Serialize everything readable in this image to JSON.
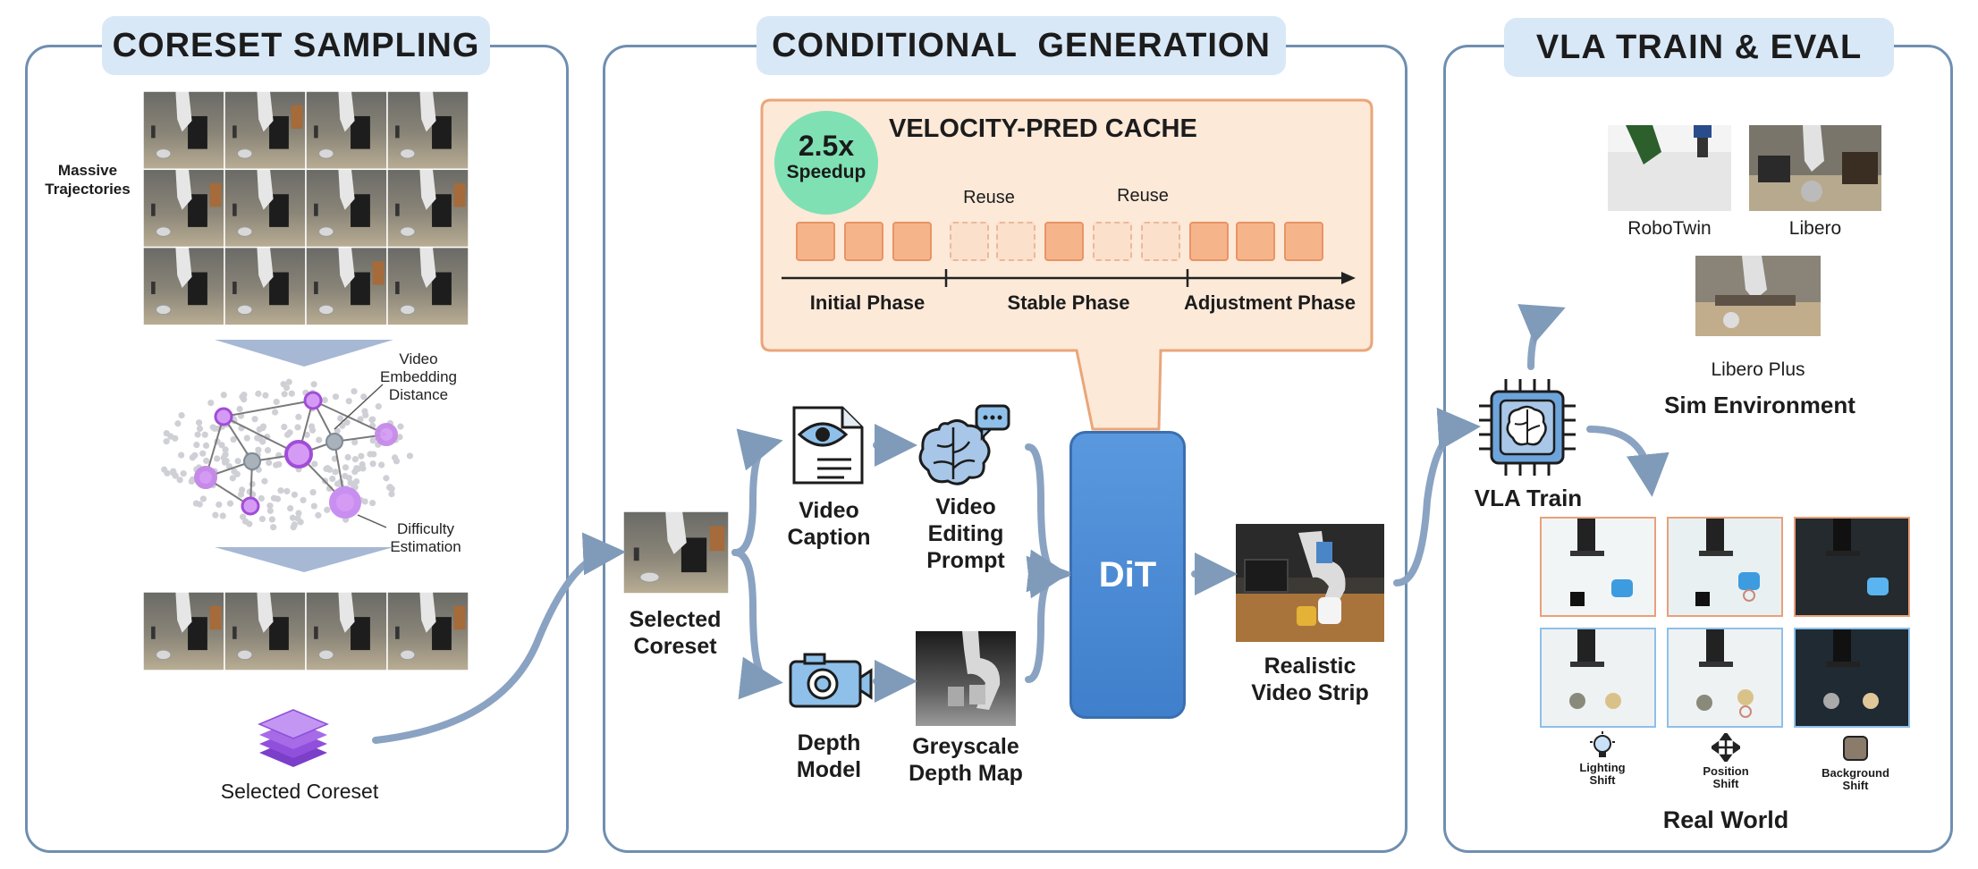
{
  "panels": {
    "coreset": {
      "title": "CORESET SAMPLING",
      "massive_trajectories": "Massive\nTrajectories",
      "video_embedding_distance": "Video\nEmbedding\nDistance",
      "difficulty_estimation": "Difficulty\nEstimation",
      "selected_coreset": "Selected Coreset"
    },
    "generation": {
      "title": "CONDITIONAL  GENERATION",
      "cache_title": "VELOCITY-PRED CACHE",
      "speedup_value": "2.5x",
      "speedup_label": "Speedup",
      "reuse_1": "Reuse",
      "reuse_2": "Reuse",
      "phase_initial": "Initial Phase",
      "phase_stable": "Stable Phase",
      "phase_adjustment": "Adjustment Phase",
      "selected_coreset": "Selected\nCoreset",
      "video_caption": "Video\nCaption",
      "video_editing_prompt": "Video\nEditing\nPrompt",
      "depth_model": "Depth\nModel",
      "greyscale_depth_map": "Greyscale\nDepth Map",
      "dit": "DiT",
      "realistic_video_strip": "Realistic\nVideo Strip"
    },
    "vla": {
      "title": "VLA TRAIN & EVAL",
      "robotwin": "RoboTwin",
      "libero": "Libero",
      "libero_plus": "Libero Plus",
      "sim_environment": "Sim Environment",
      "vla_train": "VLA Train",
      "lighting_shift": "Lighting\nShift",
      "position_shift": "Position\nShift",
      "background_shift": "Background\nShift",
      "real_world": "Real World"
    }
  },
  "colors": {
    "panel_border": "#6f8fb0",
    "title_bg": "#d9e8f7",
    "cache_bg": "#fde9d8",
    "cache_border": "#e9a679",
    "speedup_bg": "#7fe0b3",
    "dit_bg": "#4f8fd8",
    "purple": "#b86ee8",
    "arrow": "#7f9bb9"
  },
  "icons": [
    "eye-document-icon",
    "brain-chat-icon",
    "camera-icon",
    "vla-chip-brain-icon",
    "layers-stack-icon",
    "lightbulb-icon",
    "move-arrows-icon",
    "background-texture-icon"
  ]
}
